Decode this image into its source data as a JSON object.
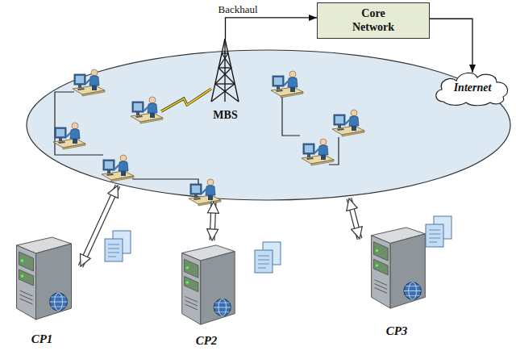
{
  "diagram": {
    "nodes": [
      {
        "text": [
          "Core Network"
        ]
      },
      {
        "text": [
          "Internet"
        ]
      },
      {
        "text": [
          "MBS"
        ]
      },
      {
        "text": [
          "CP1"
        ]
      },
      {
        "text": [
          "CP2"
        ]
      },
      {
        "text": [
          "CP3"
        ]
      }
    ],
    "edges": [
      {
        "from": 2,
        "to": 0,
        "arrow": "to",
        "label": "Backhaul"
      },
      {
        "from": 0,
        "to": 1,
        "arrow": "to"
      }
    ]
  }
}
